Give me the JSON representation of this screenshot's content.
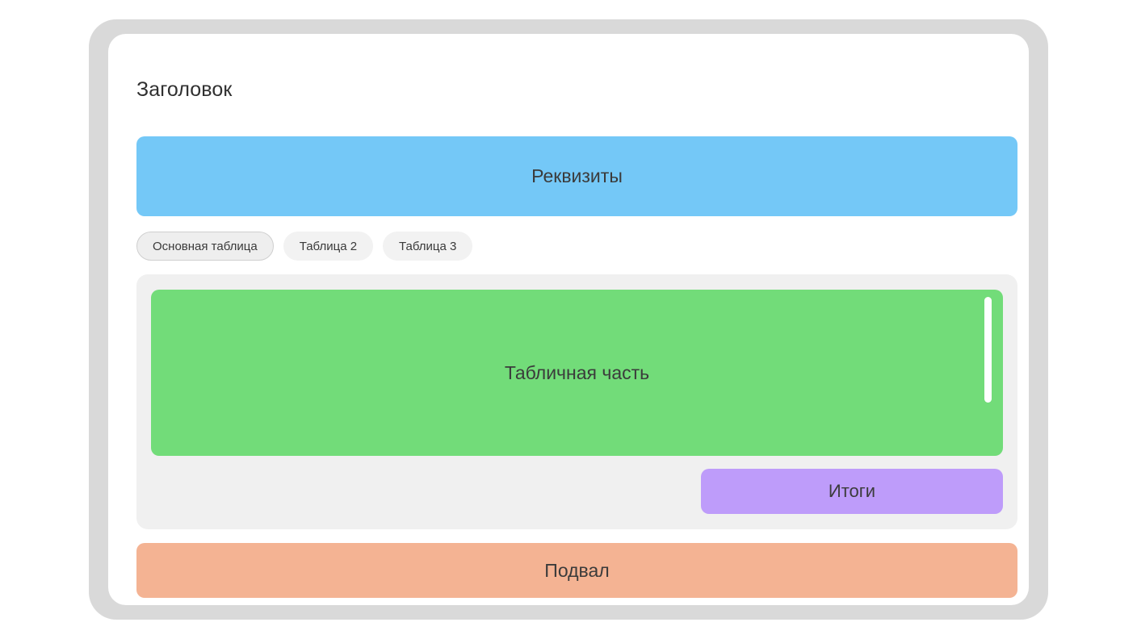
{
  "document_form": {
    "title": "Заголовок",
    "requisites_banner": {
      "label": "Реквизиты",
      "color": "#74c8f7"
    },
    "tabs": [
      {
        "label": "Основная таблица",
        "active": true
      },
      {
        "label": "Таблица 2",
        "active": false
      },
      {
        "label": "Таблица 3",
        "active": false
      }
    ],
    "table_panel": {
      "body_label": "Табличная часть",
      "body_color": "#72dc79",
      "panel_color": "#f0f0f0",
      "scrollbar": {
        "name": "vertical-scrollbar",
        "thumb_color": "#ffffff"
      },
      "totals_button": {
        "label": "Итоги",
        "color": "#be9cfa"
      }
    },
    "footer_banner": {
      "label": "Подвал",
      "color": "#f4b393"
    },
    "frame_color": "#d9d9d9",
    "card_color": "#ffffff"
  }
}
